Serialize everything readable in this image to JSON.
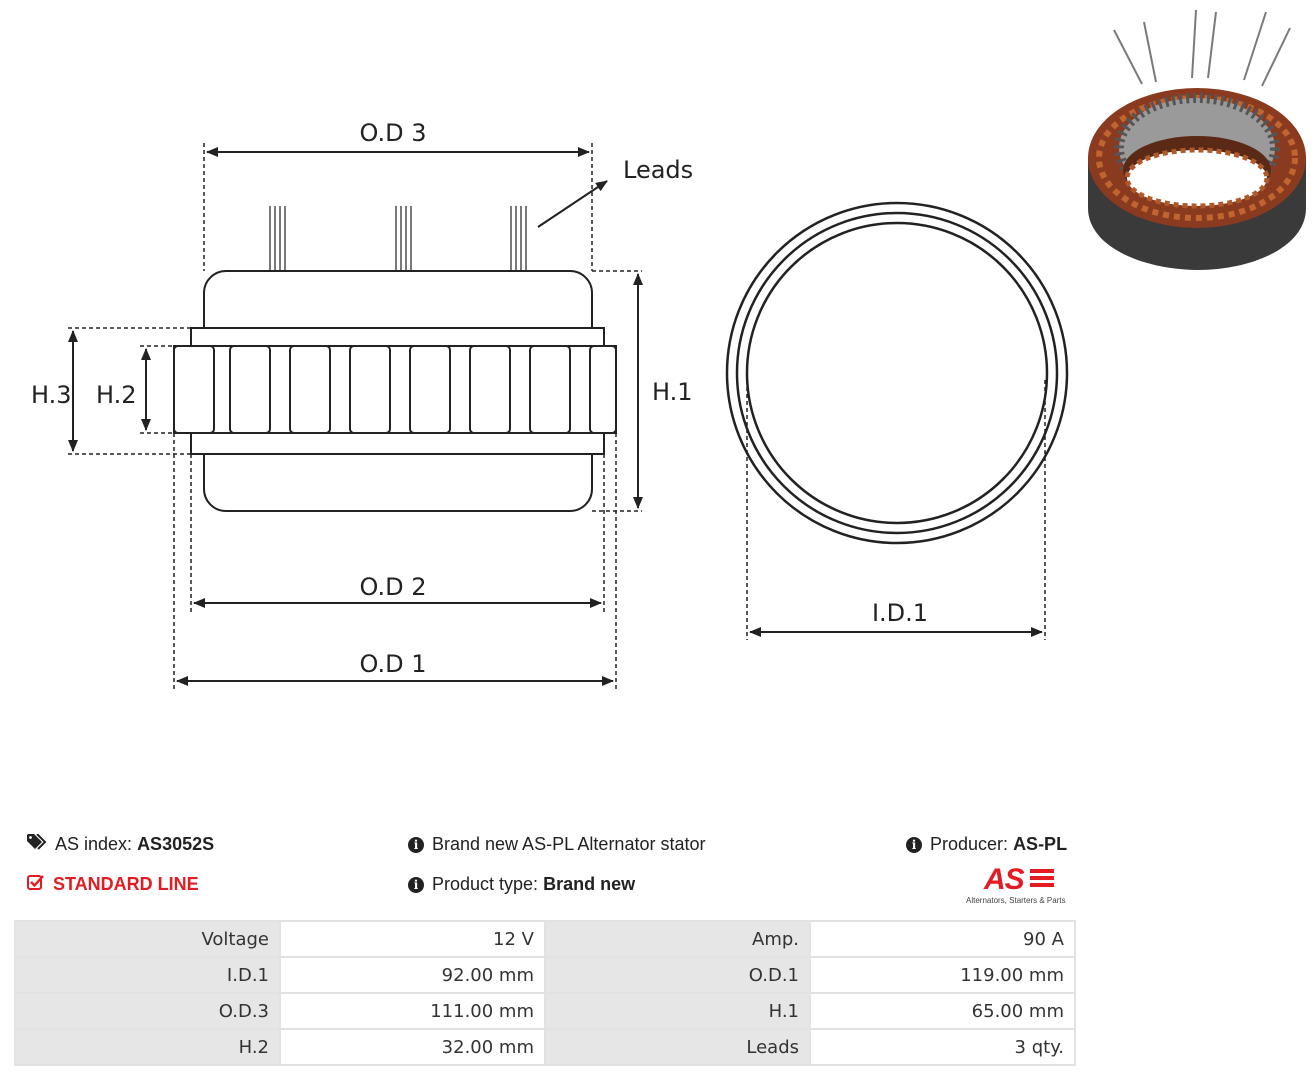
{
  "diagram": {
    "labels": {
      "od3": "O.D 3",
      "leads": "Leads",
      "h3": "H.3",
      "h2": "H.2",
      "h1": "H.1",
      "od2": "O.D 2",
      "od1": "O.D 1",
      "id1": "I.D.1"
    }
  },
  "product": {
    "as_index_label": "AS index:",
    "as_index_value": "AS3052S",
    "line_label": "STANDARD LINE",
    "description": "Brand new AS-PL Alternator stator",
    "product_type_label": "Product type:",
    "product_type_value": "Brand new",
    "producer_label": "Producer:",
    "producer_value": "AS-PL",
    "logo_mark": "AS",
    "logo_tagline": "Alternators, Starters & Parts",
    "accent_color": "#e31b23"
  },
  "specs": [
    {
      "label": "Voltage",
      "value": "12 V",
      "label2": "Amp.",
      "value2": "90 A"
    },
    {
      "label": "I.D.1",
      "value": "92.00 mm",
      "label2": "O.D.1",
      "value2": "119.00 mm"
    },
    {
      "label": "O.D.3",
      "value": "111.00 mm",
      "label2": "H.1",
      "value2": "65.00 mm"
    },
    {
      "label": "H.2",
      "value": "32.00 mm",
      "label2": "Leads",
      "value2": "3 qty."
    }
  ]
}
